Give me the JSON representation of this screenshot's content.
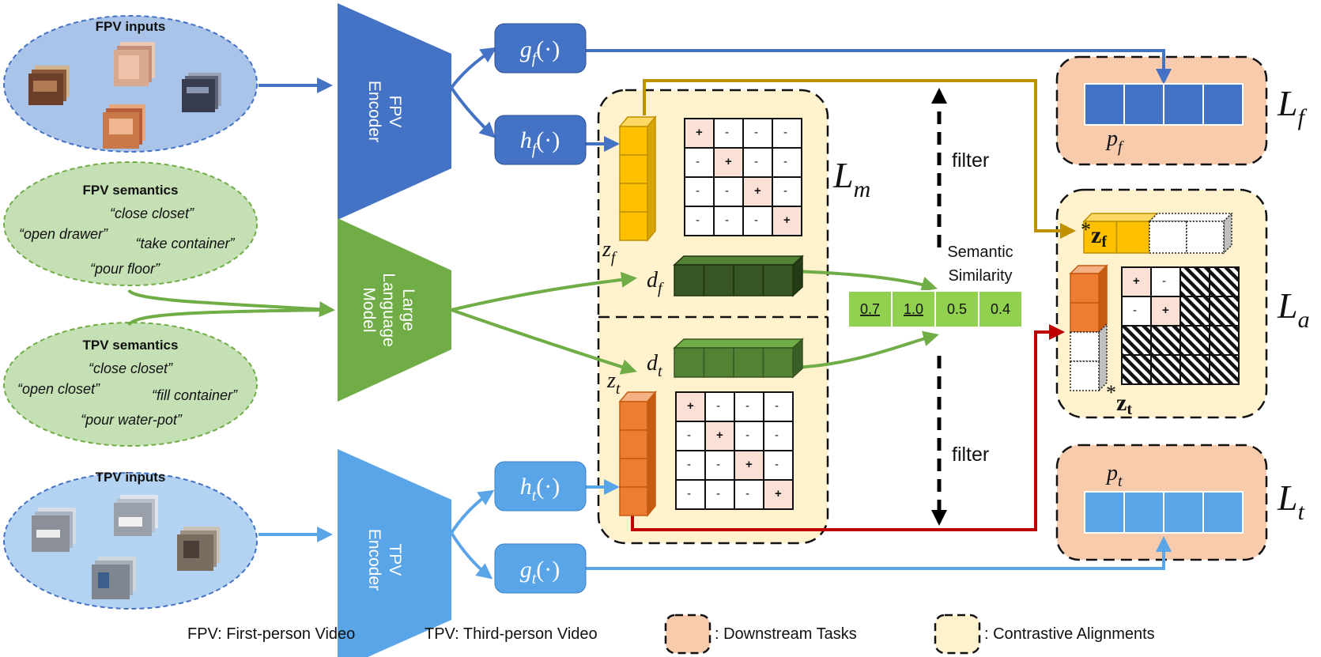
{
  "fpv_inputs": {
    "title": "FPV inputs"
  },
  "tpv_inputs": {
    "title": "TPV inputs"
  },
  "fpv_semantics": {
    "title": "FPV semantics",
    "phrases": [
      "“close closet”",
      "“open drawer”",
      "“take container”",
      "“pour floor”"
    ]
  },
  "tpv_semantics": {
    "title": "TPV semantics",
    "phrases": [
      "“close closet”",
      "“open closet”",
      "“fill container”",
      "“pour water-pot”"
    ]
  },
  "fpv_encoder": {
    "line1": "FPV",
    "line2": "Encoder"
  },
  "tpv_encoder": {
    "line1": "TPV",
    "line2": "Encoder"
  },
  "llm": {
    "line1": "Large",
    "line2": "Language",
    "line3": "Model"
  },
  "heads": {
    "g_f": {
      "base": "g",
      "sub": "f",
      "arg": "(·)"
    },
    "h_f": {
      "base": "h",
      "sub": "f",
      "arg": "(·)"
    },
    "h_t": {
      "base": "h",
      "sub": "t",
      "arg": "(·)"
    },
    "g_t": {
      "base": "g",
      "sub": "t",
      "arg": "(·)"
    }
  },
  "embeddings": {
    "z_f": {
      "base": "z",
      "sub": "f"
    },
    "z_t": {
      "base": "z",
      "sub": "t"
    },
    "d_f": {
      "base": "d",
      "sub": "f"
    },
    "d_t": {
      "base": "d",
      "sub": "t"
    },
    "p_f": {
      "base": "p",
      "sub": "f"
    },
    "p_t": {
      "base": "p",
      "sub": "t"
    },
    "star_z_f": {
      "star": "*",
      "base": "z",
      "sub": "f"
    },
    "star_z_t": {
      "star": "*",
      "base": "z",
      "sub": "t"
    }
  },
  "losses": {
    "L_m": {
      "base": "L",
      "sub": "m"
    },
    "L_f": {
      "base": "L",
      "sub": "f"
    },
    "L_a": {
      "base": "L",
      "sub": "a"
    },
    "L_t": {
      "base": "L",
      "sub": "t"
    }
  },
  "matrices": {
    "fpv": [
      [
        "+",
        "-",
        "-",
        "-"
      ],
      [
        "-",
        "+",
        "-",
        "-"
      ],
      [
        "-",
        "-",
        "+",
        "-"
      ],
      [
        "-",
        "-",
        "-",
        "+"
      ]
    ],
    "tpv": [
      [
        "+",
        "-",
        "-",
        "-"
      ],
      [
        "-",
        "+",
        "-",
        "-"
      ],
      [
        "-",
        "-",
        "+",
        "-"
      ],
      [
        "-",
        "-",
        "-",
        "+"
      ]
    ],
    "align": [
      [
        "+",
        "-"
      ],
      [
        "-",
        "+"
      ]
    ]
  },
  "semantic_similarity": {
    "label_line1": "Semantic",
    "label_line2": "Similarity",
    "values": [
      "0.7",
      "1.0",
      "0.5",
      "0.4"
    ],
    "underlined": [
      "0.7",
      "1.0"
    ]
  },
  "filter": {
    "top": "filter",
    "bottom": "filter"
  },
  "legend": {
    "fpv": "FPV: First-person Video",
    "tpv": "TPV: Third-person Video",
    "downstream": ": Downstream Tasks",
    "contrastive": ": Contrastive Alignments"
  },
  "colors": {
    "fpv_blue": "#4472c4",
    "tpv_blue": "#5aa4e8",
    "llm_green": "#70ad47",
    "dark_green": "#375623",
    "mid_green": "#548235",
    "sim_green": "#92d050",
    "gold": "#ffc000",
    "gold_line": "#bf9000",
    "orange": "#ed7d31",
    "red_line": "#c00000",
    "downstream_fill": "#f8cbad",
    "contrastive_fill": "#fff2cc",
    "fpv_bubble": "#a9c4e8",
    "tpv_bubble": "#b4d3f2",
    "sem_bubble": "#c5e0b4",
    "pink_cell": "#fbe0d6"
  }
}
